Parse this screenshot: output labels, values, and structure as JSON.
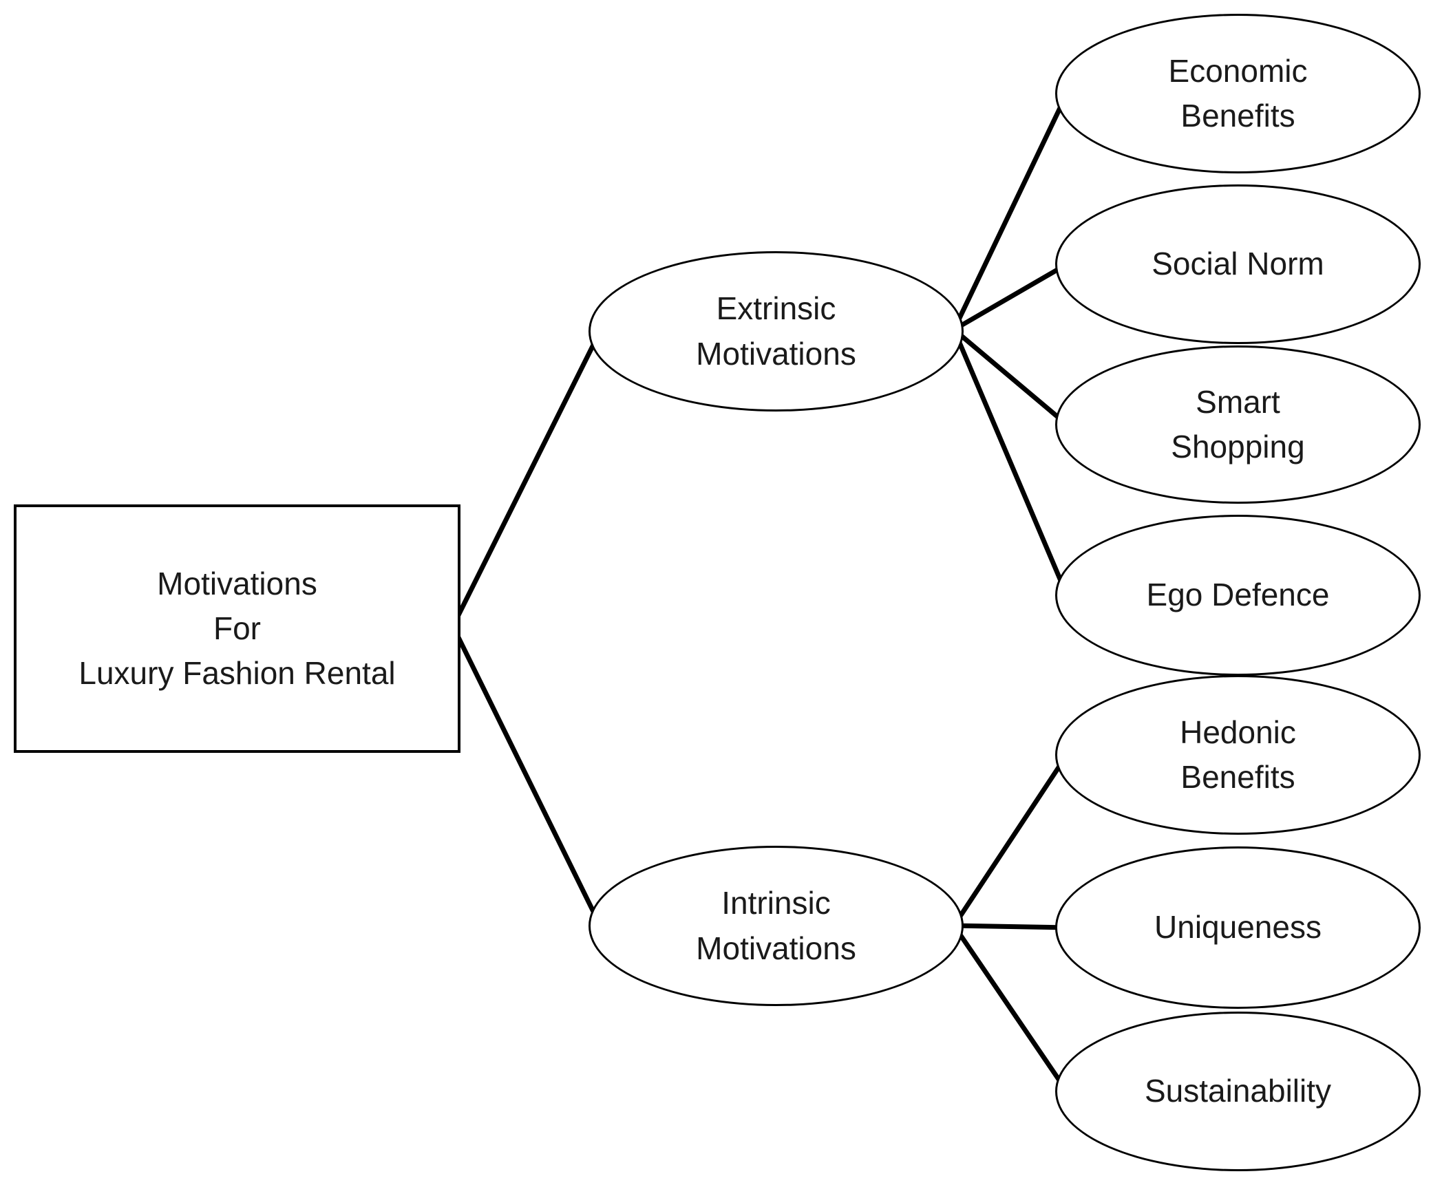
{
  "diagram": {
    "type": "tree",
    "direction": "left-to-right",
    "colors": {
      "stroke": "#000000",
      "text": "#1a1a1a",
      "background": "#ffffff"
    },
    "root": {
      "id": "root",
      "shape": "rectangle",
      "line1": "Motivations",
      "line2": "For",
      "line3": "Luxury Fashion Rental"
    },
    "nodes": {
      "extrinsic": {
        "shape": "ellipse",
        "line1": "Extrinsic",
        "line2": "Motivations"
      },
      "intrinsic": {
        "shape": "ellipse",
        "line1": "Intrinsic",
        "line2": "Motivations"
      },
      "economic": {
        "shape": "ellipse",
        "line1": "Economic",
        "line2": "Benefits"
      },
      "social_norm": {
        "shape": "ellipse",
        "line1": "Social Norm"
      },
      "smart_shopping": {
        "shape": "ellipse",
        "line1": "Smart",
        "line2": "Shopping"
      },
      "ego_defence": {
        "shape": "ellipse",
        "line1": "Ego Defence"
      },
      "hedonic": {
        "shape": "ellipse",
        "line1": "Hedonic",
        "line2": "Benefits"
      },
      "uniqueness": {
        "shape": "ellipse",
        "line1": "Uniqueness"
      },
      "sustainability": {
        "shape": "ellipse",
        "line1": "Sustainability"
      }
    },
    "edges": [
      {
        "from": "root",
        "to": "extrinsic"
      },
      {
        "from": "root",
        "to": "intrinsic"
      },
      {
        "from": "extrinsic",
        "to": "economic"
      },
      {
        "from": "extrinsic",
        "to": "social_norm"
      },
      {
        "from": "extrinsic",
        "to": "smart_shopping"
      },
      {
        "from": "extrinsic",
        "to": "ego_defence"
      },
      {
        "from": "intrinsic",
        "to": "hedonic"
      },
      {
        "from": "intrinsic",
        "to": "uniqueness"
      },
      {
        "from": "intrinsic",
        "to": "sustainability"
      }
    ]
  }
}
